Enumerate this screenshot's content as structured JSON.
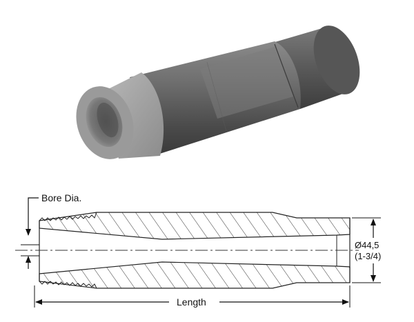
{
  "labels": {
    "bore_dia": "Bore Dia.",
    "diameter_mm": "Ø44,5",
    "diameter_in": "(1-3/4)",
    "length": "Length"
  }
}
